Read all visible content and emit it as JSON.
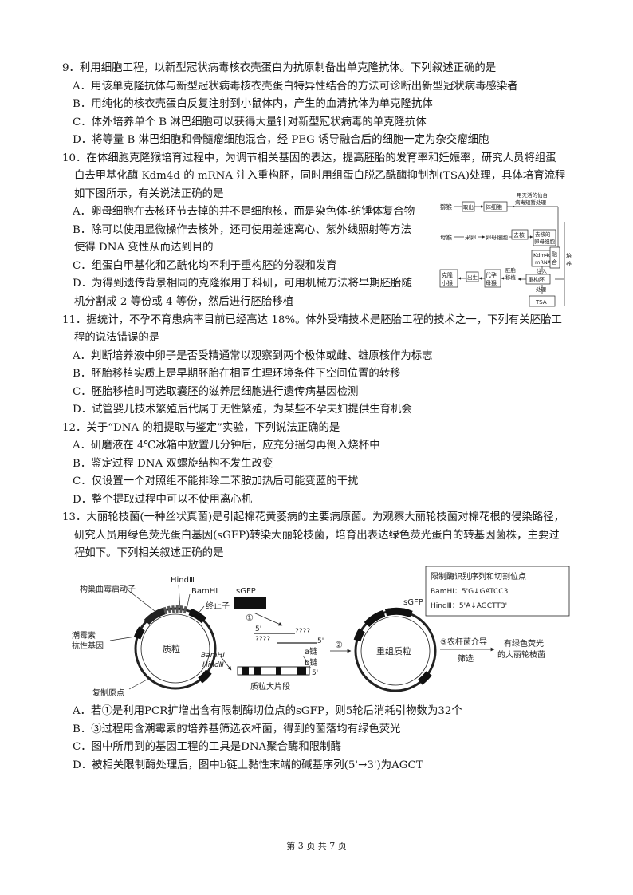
{
  "questions": {
    "q9": {
      "stem": "9．利用细胞工程，以新型冠状病毒核衣壳蛋白为抗原制备出单克隆抗体。下列叙述正确的是",
      "A": "A．用该单克隆抗体与新型冠状病毒核衣壳蛋白特异性结合的方法可诊断出新型冠状病毒感染者",
      "B": "B．用纯化的核衣壳蛋白反复注射到小鼠体内，产生的血清抗体为单克隆抗体",
      "C": "C．体外培养单个 B 淋巴细胞可以获得大量针对新型冠状病毒的单克隆抗体",
      "D": "D．将等量 B 淋巴细胞和骨髓瘤细胞混合，经 PEG 诱导融合后的细胞一定为杂交瘤细胞"
    },
    "q10": {
      "stem1": "10．在体细胞克隆猴培育过程中，为调节相关基因的表达，提高胚胎的发育率和妊娠率，研究人员将组蛋",
      "stem2": "白去甲基化酶 Kdm4d 的 mRNA 注入重构胚，同时用组蛋白脱乙酰酶抑制剂(TSA)处理，具体培育流程",
      "stem3": "如下图所示，有关说法正确的是",
      "A": "A．卵母细胞在去核环节去掉的并不是细胞核，而是染色体-纺锤体复合物",
      "B1": "B．除可以使用显微操作去核外，还可使用差速离心、紫外线照射等方法",
      "B2": "使得 DNA 变性从而达到目的",
      "C": "C．组蛋白甲基化和乙酰化均不利于重构胚的分裂和发育",
      "D1": "D．为得到遗传背景相同的克隆猴用于科研，可用机械方法将早期胚胎随",
      "D2": "机分割成 2 等份或 4 等份，然后进行胚胎移植"
    },
    "q11": {
      "stem1": "11．据统计，不孕不育患病率目前已经高达 18%。体外受精技术是胚胎工程的技术之一，下列有关胚胎工",
      "stem2": "程的说法错误的是",
      "A": "A．判断培养液中卵子是否受精通常以观察到两个极体或雌、雄原核作为标志",
      "B": "B．胚胎移植实质上是早期胚胎在相同生理环境条件下空间位置的转移",
      "C": "C．胚胎移植时可选取囊胚的滋养层细胞进行遗传病基因检测",
      "D": "D．试管婴儿技术繁殖后代属于无性繁殖，为某些不孕夫妇提供生育机会"
    },
    "q12": {
      "stem": "12．关于“DNA 的粗提取与鉴定”实验，下列说法正确的是",
      "A": "A．研磨液在 4℃冰箱中放置几分钟后，应充分摇匀再倒入烧杯中",
      "B": "B．鉴定过程 DNA 双螺旋结构不发生改变",
      "C": "C．仅设置一个对照组不能排除二苯胺加热后可能变蓝的干扰",
      "D": "D．整个提取过程中可以不使用离心机"
    },
    "q13": {
      "stem1": "13．大丽轮枝菌(一种丝状真菌)是引起棉花黄萎病的主要病原菌。为观察大丽轮枝菌对棉花根的侵染路径，",
      "stem2": "研究人员用绿色荧光蛋白基因(sGFP)转染大丽轮枝菌，培育出表达绿色荧光蛋白的转基因菌株，主要过",
      "stem3": "程如下。下列相关叙述正确的是",
      "A": "A．若①是利用PCR扩增出含有限制酶切位点的sGFP，则5轮后消耗引物数为32个",
      "B": "B．③过程用含潮霉素的培养基筛选农杆菌，得到的菌落均有绿色荧光",
      "C": "C．图中所用到的基因工程的工具是DNA聚合酶和限制酶",
      "D": "D．被相关限制酶处理后，图中b链上黏性末端的碱基序列(5'→3')为AGCT"
    }
  },
  "diagram10": {
    "row1_a": "猕猴",
    "row1_b": "取出",
    "row1_c": "体细胞",
    "row1_d1": "用灭活的仙台",
    "row1_d2": "病毒短暂处理",
    "row2_a": "母猴",
    "row2_b": "采卵",
    "row2_c": "卵母细胞",
    "row2_d": "去核",
    "row2_e1": "去核的",
    "row2_e2": "卵母细胞",
    "mrna1": "Kdm4d的",
    "mrna2": "mRNA",
    "fuse1": "融",
    "fuse2": "合",
    "culture1": "培",
    "culture2": "养",
    "row4_a1": "克隆",
    "row4_a2": "小猴",
    "row4_b": "出生",
    "row4_c1": "代孕",
    "row4_c2": "母猴",
    "row4_d1": "胚胎",
    "row4_d2": "移植",
    "inject1": "注入",
    "recon": "重构胚",
    "treat": "处理",
    "tsa": "TSA"
  },
  "diagram13": {
    "promoter": "构巢曲霉启动子",
    "hind": "HindⅢ",
    "bam": "BamHⅠ",
    "terminator": "终止子",
    "hyg1": "潮霉素",
    "hyg2": "抗性基因",
    "plasmid": "质粒",
    "ori": "复制原点",
    "sgfp": "sGFP",
    "step1": "①",
    "five": "5'",
    "q_left": "????",
    "q_right": "????",
    "five_r": "5'",
    "a_chain": "a链",
    "b_chain": "b链",
    "bam2": "BamHⅠ",
    "hind2": "HindⅢ",
    "big_frag": "质粒大片段",
    "five_b": "5'",
    "step2": "②",
    "sgfp2": "sGFP",
    "recomb": "重组质粒",
    "step3": "③农杆菌介导",
    "screen": "筛选",
    "result1": "有绿色荧光",
    "result2": "的大丽轮枝菌",
    "box_title": "限制酶识别序列和切割位点",
    "box_bam": "BamHⅠ：5'G↓GATCC3'",
    "box_hind": "HindⅢ：5'A↓AGCTT3'"
  },
  "footer": "第 3 页 共 7 页"
}
